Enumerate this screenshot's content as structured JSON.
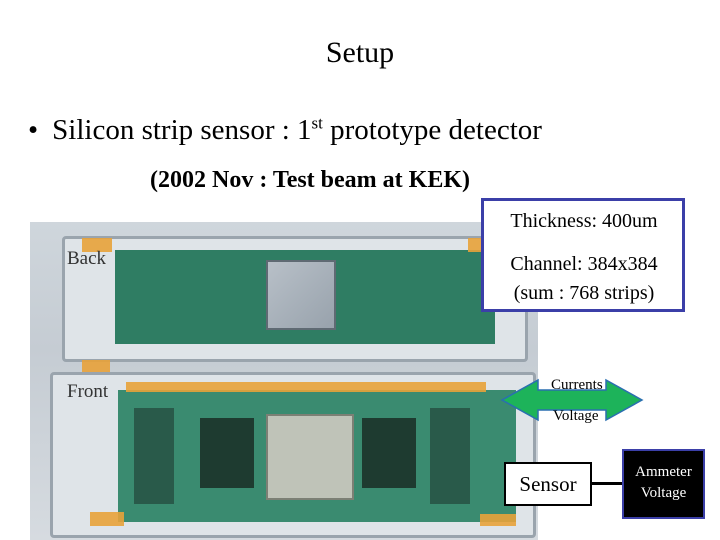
{
  "slide": {
    "title": "Setup",
    "bullet_text_pre": "Silicon strip sensor : 1",
    "bullet_sup": "st",
    "bullet_text_post": " prototype detector",
    "subline": "(2002 Nov : Test beam at KEK)"
  },
  "photo": {
    "back_label": "Back",
    "front_label": "Front"
  },
  "info_box": {
    "thickness": "Thickness: 400um",
    "channel": "Channel: 384x384",
    "sum": "(sum : 768 strips)",
    "border_color": "#3b3fa8"
  },
  "diagram": {
    "arrow_top_label": "Currents",
    "arrow_bottom_label": "Voltage",
    "arrow_color": "#1db35a",
    "sensor_label": "Sensor",
    "meter_line1": "Ammeter",
    "meter_line2": "Voltage"
  }
}
